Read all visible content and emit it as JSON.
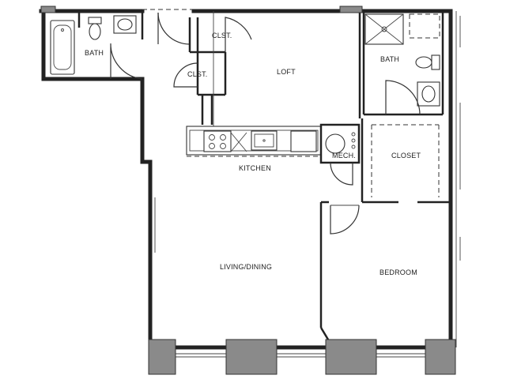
{
  "plan": {
    "rooms": {
      "bath_left": "BATH",
      "closet_upper": "CLST.",
      "closet_lower": "CLST.",
      "loft": "LOFT",
      "bath_right": "BATH",
      "kitchen": "KITCHEN",
      "mech": "MECH.",
      "closet_main": "CLOSET",
      "living_dining": "LIVING/DINING",
      "bedroom": "BEDROOM"
    }
  }
}
